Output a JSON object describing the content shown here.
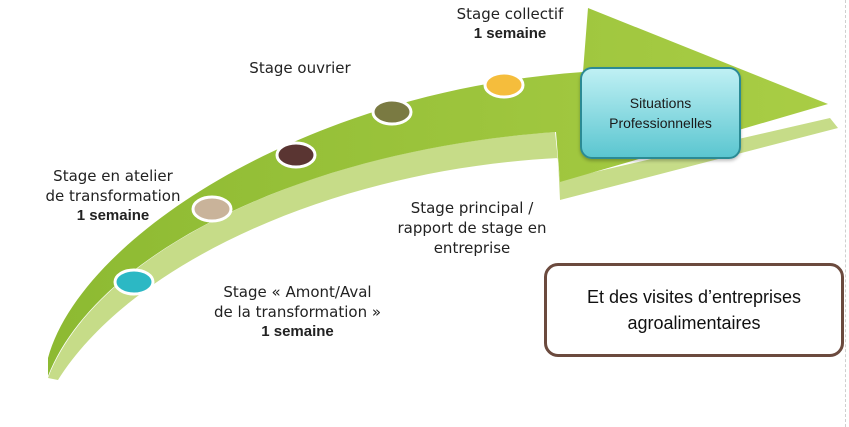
{
  "stages": [
    {
      "id": "atelier",
      "lines": [
        "Stage en atelier",
        "de transformation"
      ],
      "bold": "1 semaine",
      "dot_color": "#c9b39a"
    },
    {
      "id": "ouvrier",
      "lines": [
        "Stage ouvrier"
      ],
      "bold": "",
      "dot_color": "#7a7a42"
    },
    {
      "id": "collectif",
      "lines": [
        "Stage collectif"
      ],
      "bold": "1 semaine",
      "dot_color": "#f5bd3c"
    },
    {
      "id": "amont",
      "lines": [
        "Stage « Amont/Aval",
        "de la transformation »"
      ],
      "bold": "1 semaine",
      "dot_color": "#2cb8c4"
    },
    {
      "id": "principal",
      "lines": [
        "Stage principal /",
        "rapport de stage en",
        "entreprise"
      ],
      "bold": "",
      "dot_color": "#5a3532"
    }
  ],
  "situations": {
    "line1": "Situations",
    "line2": "Professionnelles"
  },
  "visits": {
    "line1": "Et des visites d’entreprises",
    "line2": "agroalimentaires"
  },
  "colors": {
    "arrow_top": "#9ec43a",
    "arrow_side": "#c6dc88",
    "box_border": "#6b4a3e",
    "situations_fill": "#5bc6d0"
  }
}
